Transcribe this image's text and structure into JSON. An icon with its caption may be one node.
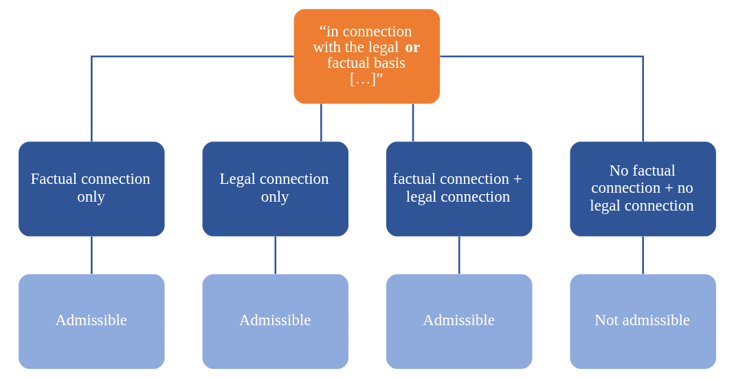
{
  "diagram": {
    "nodes": [
      {
        "text": [
          "“in connection with the legal **or** factual basis […]”"
        ]
      },
      {
        "text": [
          "Factual connection only"
        ]
      },
      {
        "text": [
          "Legal connection only"
        ]
      },
      {
        "text": [
          "factual connection + legal connection"
        ]
      },
      {
        "text": [
          "No factual connection + no legal connection"
        ]
      },
      {
        "text": [
          "Admissible"
        ]
      },
      {
        "text": [
          "Admissible"
        ]
      },
      {
        "text": [
          "Admissible"
        ]
      },
      {
        "text": [
          "Not admissible"
        ]
      }
    ],
    "edges": [
      {
        "from": 0,
        "to": 1,
        "arrow": "none"
      },
      {
        "from": 0,
        "to": 2,
        "arrow": "none"
      },
      {
        "from": 0,
        "to": 3,
        "arrow": "none"
      },
      {
        "from": 0,
        "to": 4,
        "arrow": "none"
      },
      {
        "from": 1,
        "to": 5,
        "arrow": "none"
      },
      {
        "from": 2,
        "to": 6,
        "arrow": "none"
      },
      {
        "from": 3,
        "to": 7,
        "arrow": "none"
      },
      {
        "from": 4,
        "to": 8,
        "arrow": "none"
      }
    ]
  }
}
